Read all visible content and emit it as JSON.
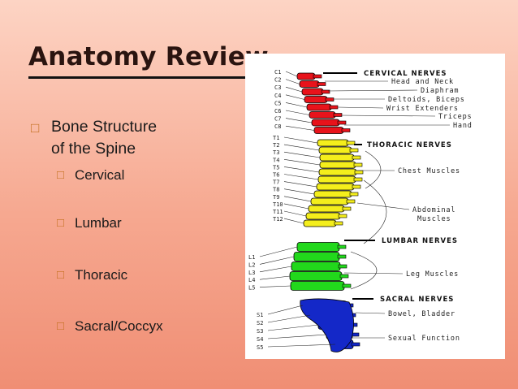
{
  "slide": {
    "title": "Anatomy Review",
    "bullet_main": [
      "Bone Structure",
      "of the Spine"
    ],
    "sub_bullets": [
      "Cervical",
      "Lumbar",
      "Thoracic",
      "Sacral/Coccyx"
    ],
    "bullet_glyph": "□"
  },
  "diagram": {
    "cervical": {
      "heading": "CERVICAL NERVES",
      "color": "#e8131b",
      "vertebrae": [
        "C1",
        "C2",
        "C3",
        "C4",
        "C5",
        "C6",
        "C7",
        "C8"
      ],
      "targets": [
        "Head and Neck",
        "Diaphram",
        "Deltoids, Biceps",
        "Wrist Extenders",
        "Triceps",
        "Hand"
      ]
    },
    "thoracic": {
      "heading": "THORACIC NERVES",
      "color": "#f4ee1c",
      "vertebrae": [
        "T1",
        "T2",
        "T3",
        "T4",
        "T5",
        "T6",
        "T7",
        "T8",
        "T9",
        "T10",
        "T11",
        "T12"
      ],
      "targets": [
        "Chest Muscles",
        "Abdominal",
        "Muscles"
      ]
    },
    "lumbar": {
      "heading": "LUMBAR NERVES",
      "color": "#22d81c",
      "vertebrae": [
        "L1",
        "L2",
        "L3",
        "L4",
        "L5"
      ],
      "targets": [
        "Leg Muscles"
      ]
    },
    "sacral": {
      "heading": "SACRAL NERVES",
      "color": "#1428c8",
      "vertebrae": [
        "S1",
        "S2",
        "S3",
        "S4",
        "S5"
      ],
      "targets": [
        "Bowel, Bladder",
        "Sexual Function"
      ]
    }
  }
}
